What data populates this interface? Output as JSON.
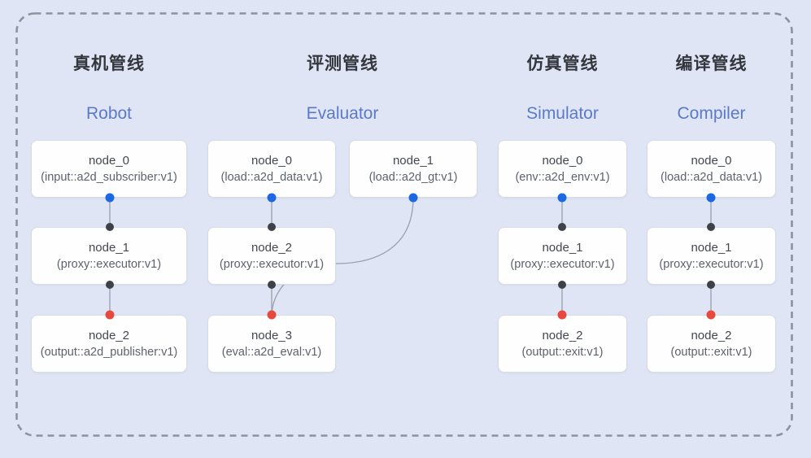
{
  "colors": {
    "background": "#dfe5f4",
    "dashed_border": "#8d929d",
    "edge_color": "#98a0ae",
    "box_bg": "#fefefe",
    "box_border": "#d8dce5",
    "node_name_color": "#43474f",
    "node_detail_color": "#5d626c",
    "title_zh_color": "#33363d",
    "title_en_color": "#5b7ac6",
    "dot_blue": "#1c68e3",
    "dot_black": "#3e4148",
    "dot_red": "#e64a3c"
  },
  "pipelines": [
    {
      "title_zh": "真机管线",
      "title_en": "Robot",
      "nodes": [
        {
          "name": "node_0",
          "detail": "(input::a2d_subscriber:v1)"
        },
        {
          "name": "node_1",
          "detail": "(proxy::executor:v1)"
        },
        {
          "name": "node_2",
          "detail": "(output::a2d_publisher:v1)"
        }
      ]
    },
    {
      "title_zh": "评测管线",
      "title_en": "Evaluator",
      "nodes": [
        {
          "name": "node_0",
          "detail": "(load::a2d_data:v1)"
        },
        {
          "name": "node_1",
          "detail": "(load::a2d_gt:v1)"
        },
        {
          "name": "node_2",
          "detail": "(proxy::executor:v1)"
        },
        {
          "name": "node_3",
          "detail": "(eval::a2d_eval:v1)"
        }
      ]
    },
    {
      "title_zh": "仿真管线",
      "title_en": "Simulator",
      "nodes": [
        {
          "name": "node_0",
          "detail": "(env::a2d_env:v1)"
        },
        {
          "name": "node_1",
          "detail": "(proxy::executor:v1)"
        },
        {
          "name": "node_2",
          "detail": "(output::exit:v1)"
        }
      ]
    },
    {
      "title_zh": "编译管线",
      "title_en": "Compiler",
      "nodes": [
        {
          "name": "node_0",
          "detail": "(load::a2d_data:v1)"
        },
        {
          "name": "node_1",
          "detail": "(proxy::executor:v1)"
        },
        {
          "name": "node_2",
          "detail": "(output::exit:v1)"
        }
      ]
    }
  ]
}
